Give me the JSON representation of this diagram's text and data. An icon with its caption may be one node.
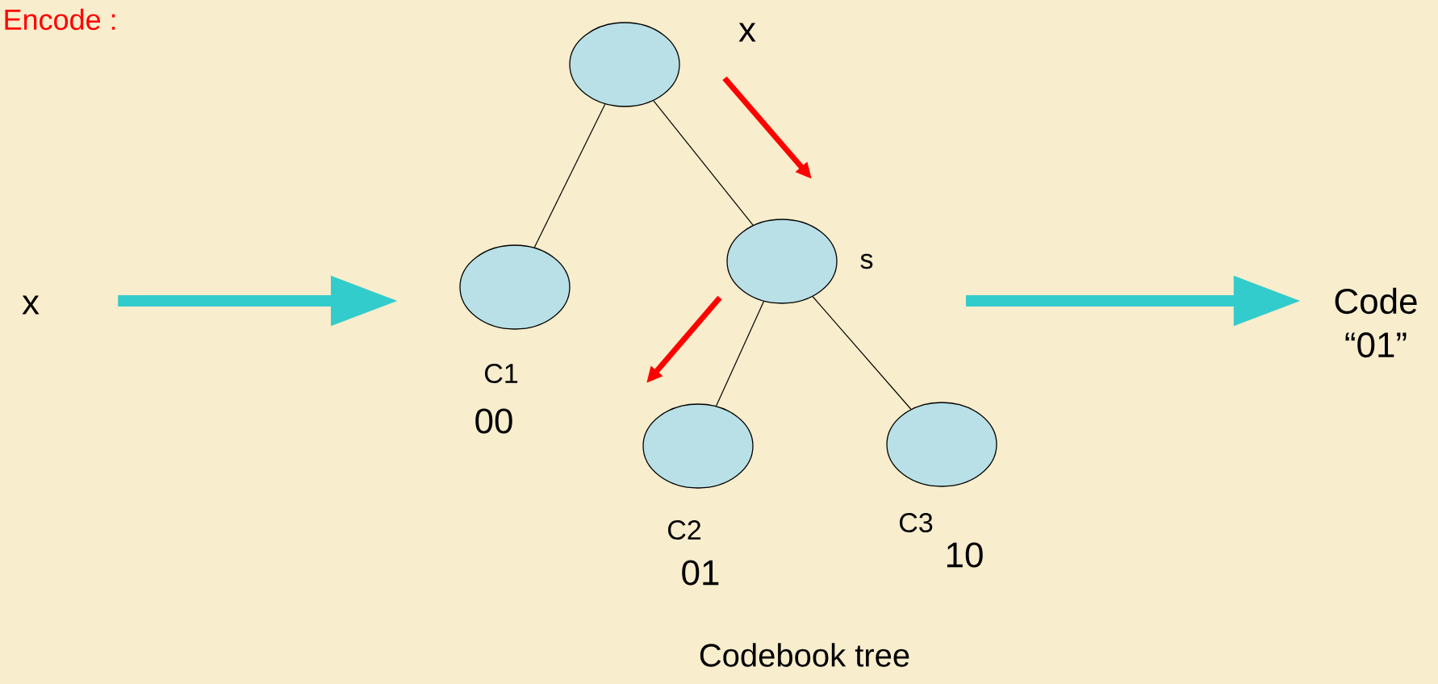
{
  "diagram": {
    "title": "Encode :",
    "caption": "Codebook tree",
    "nodes": [
      {
        "text": [
          "x"
        ]
      },
      {
        "text": [],
        "shape": "circle"
      },
      {
        "text": [],
        "shape": "circle",
        "beside": [
          "C1",
          "00"
        ]
      },
      {
        "text": [],
        "shape": "circle",
        "beside": [
          "s"
        ]
      },
      {
        "text": [],
        "shape": "circle",
        "beside": [
          "C2",
          "01"
        ]
      },
      {
        "text": [],
        "shape": "circle",
        "beside": [
          "C3",
          "10"
        ]
      },
      {
        "text": [
          "Code “01”"
        ]
      }
    ],
    "edges": [
      {
        "from": 0,
        "to": null,
        "arrow": "to",
        "style": "thick",
        "color": "#33cccc"
      },
      {
        "from": null,
        "to": 6,
        "arrow": "to",
        "style": "thick",
        "color": "#33cccc"
      },
      {
        "from": 1,
        "to": 2,
        "arrow": "none"
      },
      {
        "from": 1,
        "to": 3,
        "arrow": "none"
      },
      {
        "from": 3,
        "to": 4,
        "arrow": "none"
      },
      {
        "from": 3,
        "to": 5,
        "arrow": "none"
      }
    ],
    "labels": [
      "x"
    ]
  }
}
